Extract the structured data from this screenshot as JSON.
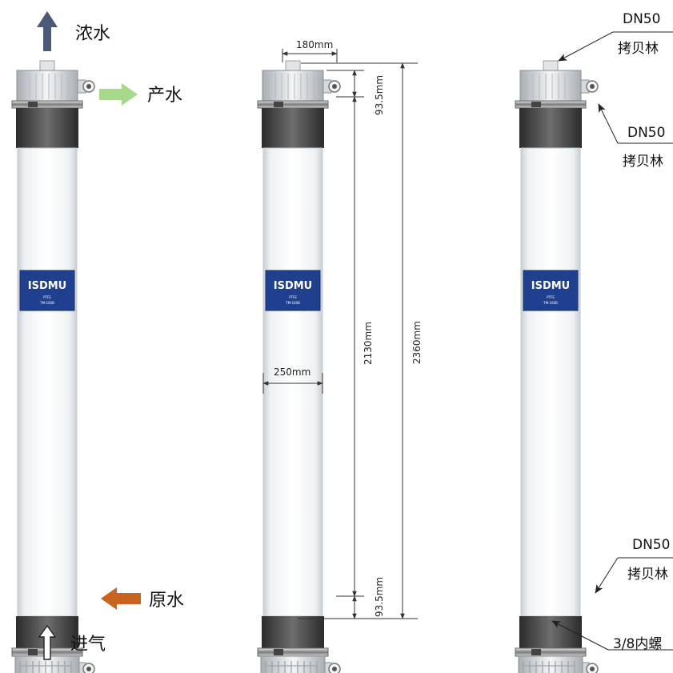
{
  "flow_labels": {
    "concentrate": "浓水",
    "permeate": "产水",
    "feed": "原水",
    "air_in": "进气"
  },
  "dimensions": {
    "top_width": "180mm",
    "cap_height_top": "93.5mm",
    "body_diameter": "250mm",
    "body_length": "2130mm",
    "total_length": "2360mm",
    "cap_height_bottom": "93.5mm"
  },
  "callouts": {
    "top": {
      "size": "DN50",
      "type": "拷贝林"
    },
    "side_upper": {
      "size": "DN50",
      "type": "拷贝林"
    },
    "side_lower": {
      "size": "DN50",
      "type": "拷贝林"
    },
    "bottom": {
      "text": "3/8内螺"
    }
  },
  "badge": {
    "brand": "ISDMU",
    "material": "PTFE",
    "model": "TM-160B"
  },
  "colors": {
    "concentrate_arrow": "#4a5a78",
    "permeate_arrow": "#a6d98c",
    "feed_arrow": "#c9641f",
    "badge_bg": "#1f3f8f"
  }
}
